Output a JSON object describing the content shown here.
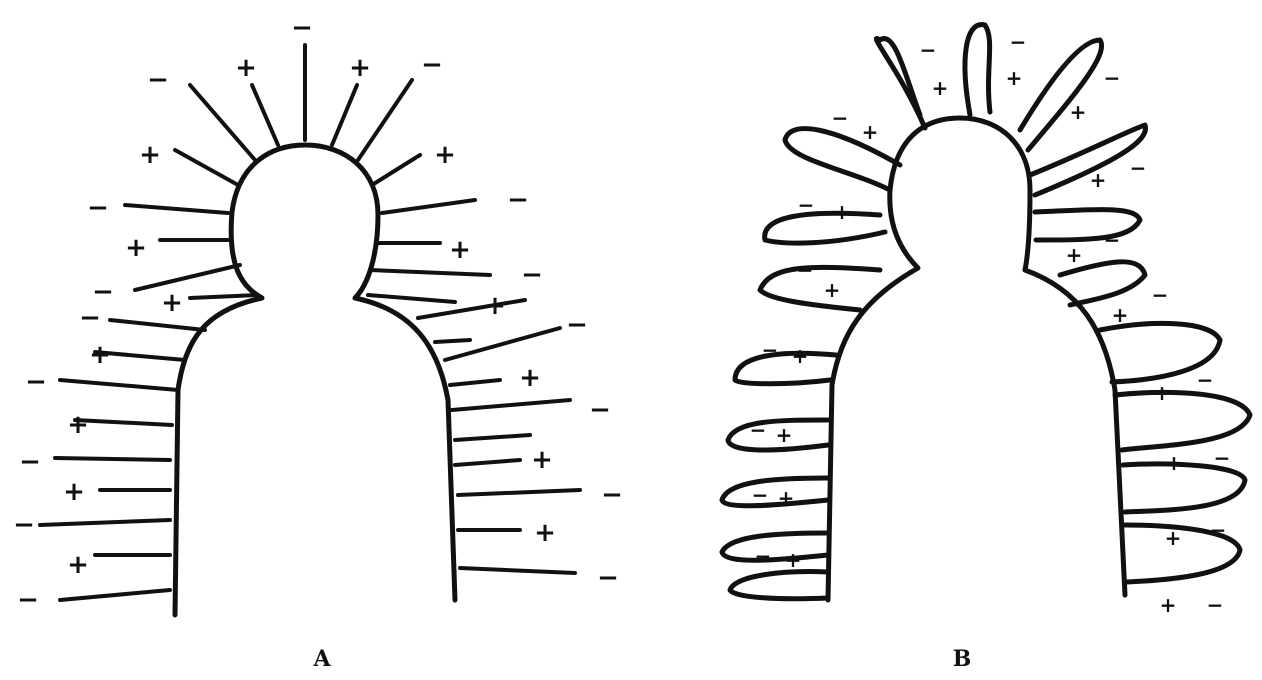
{
  "panels": [
    {
      "id": "A",
      "label": "A",
      "plus": "+",
      "minus": "−"
    },
    {
      "id": "B",
      "label": "B",
      "plus": "+",
      "minus": "−"
    }
  ],
  "colors": {
    "ink": "#111111",
    "background": "#ffffff"
  }
}
